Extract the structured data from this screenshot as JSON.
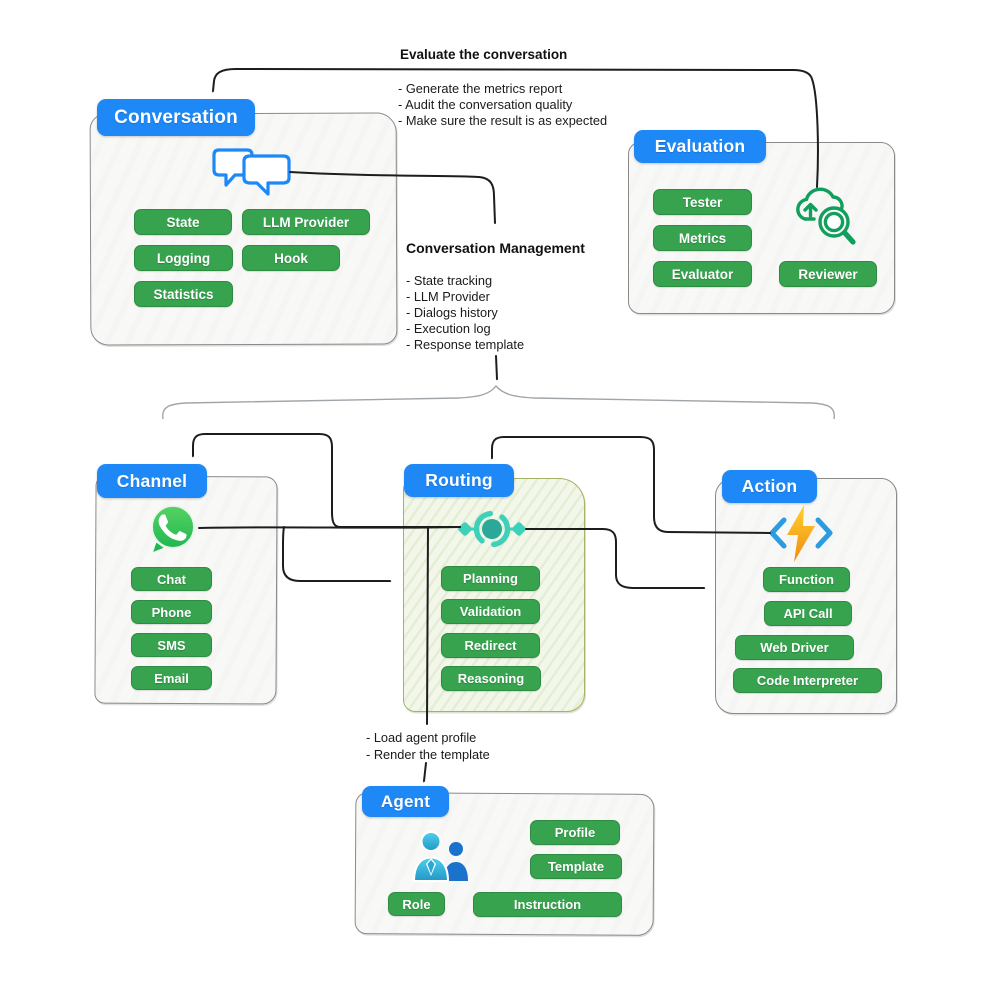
{
  "annotations": {
    "evaluate": {
      "title": "Evaluate the conversation",
      "items": [
        "- Generate the metrics report",
        "- Audit the conversation quality",
        "- Make sure the result is as expected"
      ]
    },
    "management": {
      "title": "Conversation Management",
      "items": [
        "- State tracking",
        "- LLM Provider",
        "- Dialogs history",
        "- Execution log",
        "- Response template"
      ]
    },
    "agent_notes": {
      "items": [
        "- Load agent profile",
        "- Render the template"
      ]
    }
  },
  "boxes": {
    "conversation": {
      "title": "Conversation",
      "pills": [
        "State",
        "LLM Provider",
        "Logging",
        "Hook",
        "Statistics"
      ]
    },
    "evaluation": {
      "title": "Evaluation",
      "pills": [
        "Tester",
        "Metrics",
        "Evaluator",
        "Reviewer"
      ]
    },
    "channel": {
      "title": "Channel",
      "pills": [
        "Chat",
        "Phone",
        "SMS",
        "Email"
      ]
    },
    "routing": {
      "title": "Routing",
      "pills": [
        "Planning",
        "Validation",
        "Redirect",
        "Reasoning"
      ]
    },
    "action": {
      "title": "Action",
      "pills": [
        "Function",
        "API Call",
        "Web Driver",
        "Code Interpreter"
      ]
    },
    "agent": {
      "title": "Agent",
      "pills": [
        "Profile",
        "Template",
        "Role",
        "Instruction"
      ]
    }
  },
  "icons": {
    "conversation": "chat-bubbles-icon",
    "evaluation": "cloud-search-icon",
    "channel": "whatsapp-icon",
    "routing": "load-balancer-icon",
    "action": "function-bolt-icon",
    "agent": "people-icon"
  },
  "colors": {
    "badge_blue": "#1e88f7",
    "pill_green": "#37a34e",
    "routing_fill": "#f3f7ea",
    "routing_border": "#a2b464",
    "box_border": "#8a8a8a",
    "connector_black": "#1d1d1d",
    "brace_gray": "#a0a5aa",
    "whatsapp_green": "#25d366",
    "routing_teal": "#3ed0b9",
    "routing_teal_dark": "#2ba897",
    "evaluation_green": "#129e5c",
    "bolt_orange": "#f6a01e",
    "bracket_blue": "#2b9ce0",
    "chat_blue": "#1e88f7",
    "person_cyan": "#3fc0e8",
    "person_blue": "#1a72cc"
  }
}
